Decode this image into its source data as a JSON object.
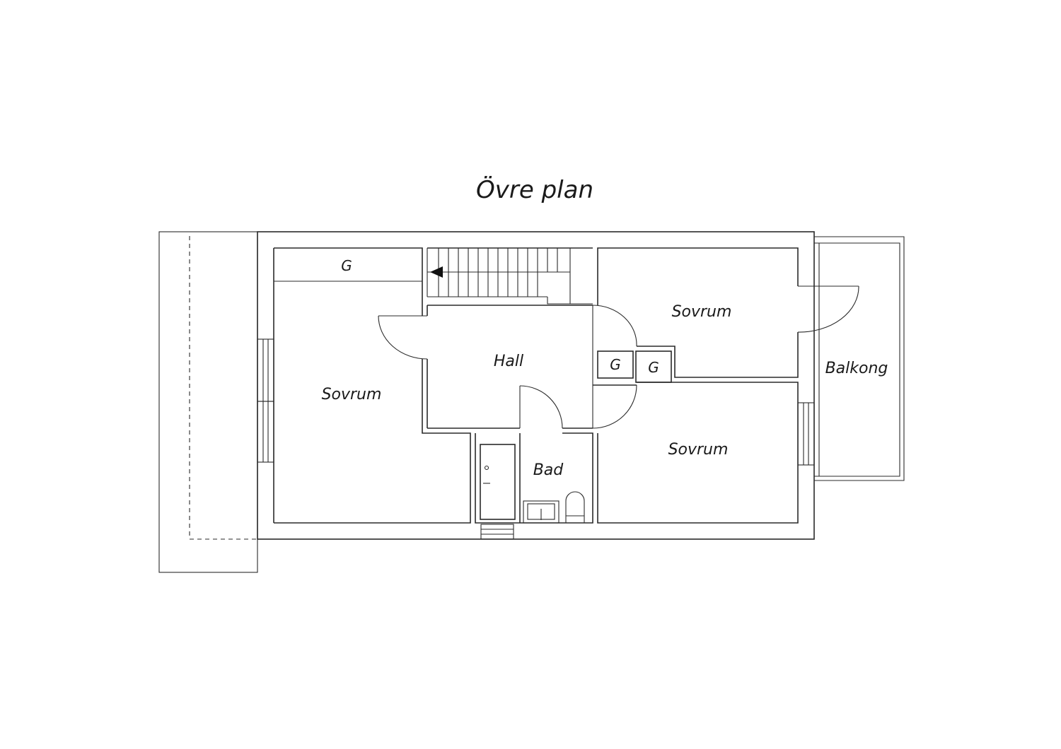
{
  "plan": {
    "title": "Övre plan",
    "rooms": {
      "storage_top": "G",
      "bedroom_left": "Sovrum",
      "hall": "Hall",
      "bedroom_top_right": "Sovrum",
      "closet_1": "G",
      "closet_2": "G",
      "balcony": "Balkong",
      "bath": "Bad",
      "bedroom_bottom_right": "Sovrum"
    }
  }
}
